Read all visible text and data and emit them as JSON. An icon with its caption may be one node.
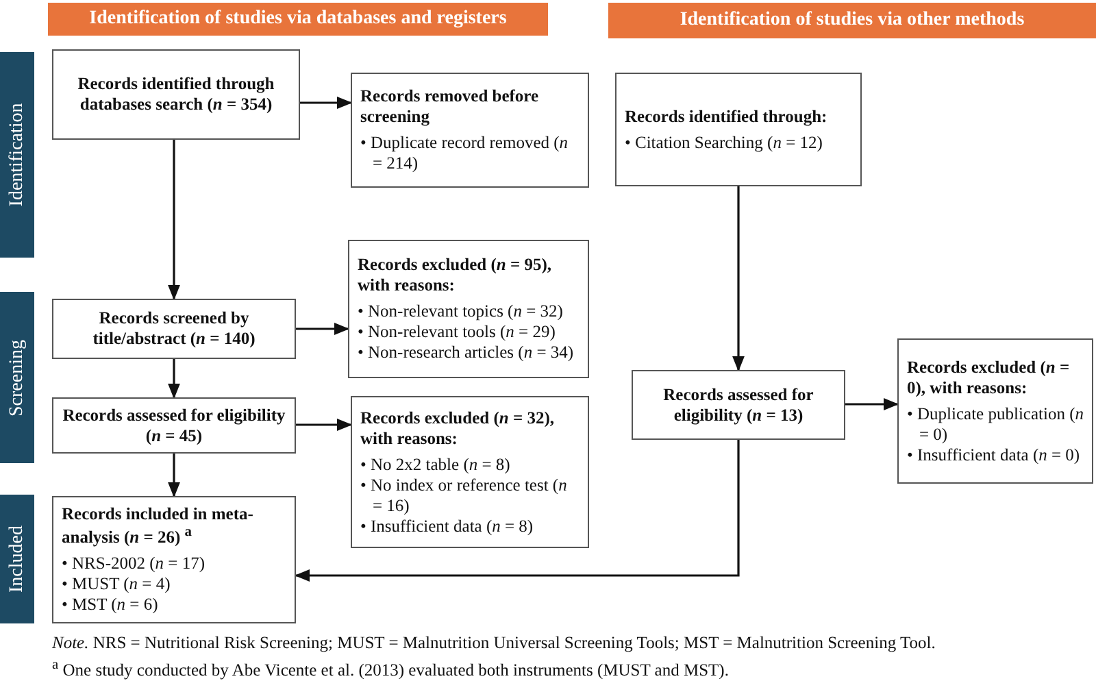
{
  "diagram": {
    "nodes": [
      {
        "text": [
          "Identification of studies via databases and registers"
        ]
      },
      {
        "text": [
          "Identification of studies via other methods"
        ]
      },
      {
        "text": [
          "Identification"
        ]
      },
      {
        "text": [
          "Screening"
        ]
      },
      {
        "text": [
          "Included"
        ]
      },
      {
        "text": [
          "Records identified through databases search (*n* = 354)"
        ]
      },
      {
        "text": [
          "Records removed before screening",
          "• Duplicate record removed (*n* = 214)"
        ]
      },
      {
        "text": [
          "Records screened by title/abstract (*n* = 140)"
        ]
      },
      {
        "text": [
          "Records excluded (*n* = 95), with reasons:",
          "• Non-relevant topics (*n* = 32)",
          "• Non-relevant tools (*n* = 29)",
          "• Non-research articles (*n* = 34)"
        ]
      },
      {
        "text": [
          "Records assessed for eligibility (*n* = 45)"
        ]
      },
      {
        "text": [
          "Records excluded (*n* = 32), with reasons:",
          "• No 2x2 table (*n* = 8)",
          "• No index or reference test (*n* = 16)",
          "• Insufficient data (*n* = 8)"
        ]
      },
      {
        "text": [
          "Records included in meta-analysis (*n* = 26) $^{a}$",
          "• NRS-2002 (*n* = 17)",
          "• MUST (*n* = 4)",
          "• MST (*n* = 6)"
        ]
      },
      {
        "text": [
          "Records identified through:",
          "• Citation Searching (*n* = 12)"
        ]
      },
      {
        "text": [
          "Records assessed for eligibility (*n* = 13)"
        ]
      },
      {
        "text": [
          "Records excluded (*n* = 0), with reasons:",
          "• Duplicate publication (*n* = 0)",
          "• Insufficient data (*n* = 0)"
        ]
      }
    ],
    "edges": [
      {
        "from": 5,
        "to": 6,
        "arrow": "to"
      },
      {
        "from": 5,
        "to": 7,
        "arrow": "to"
      },
      {
        "from": 7,
        "to": 8,
        "arrow": "to"
      },
      {
        "from": 7,
        "to": 9,
        "arrow": "to"
      },
      {
        "from": 9,
        "to": 10,
        "arrow": "to"
      },
      {
        "from": 9,
        "to": 11,
        "arrow": "to"
      },
      {
        "from": 12,
        "to": 13,
        "arrow": "to"
      },
      {
        "from": 13,
        "to": 14,
        "arrow": "to"
      },
      {
        "from": 13,
        "to": 11,
        "arrow": "to"
      }
    ],
    "labels": [
      "*Note.* NRS = Nutritional Risk Screening; MUST = Malnutrition Universal Screening Tools; MST = Malnutrition Screening Tool.",
      "$^{a}$ One study conducted by Abe Vicente et al. (2013) evaluated both instruments (MUST and MST)."
    ]
  }
}
